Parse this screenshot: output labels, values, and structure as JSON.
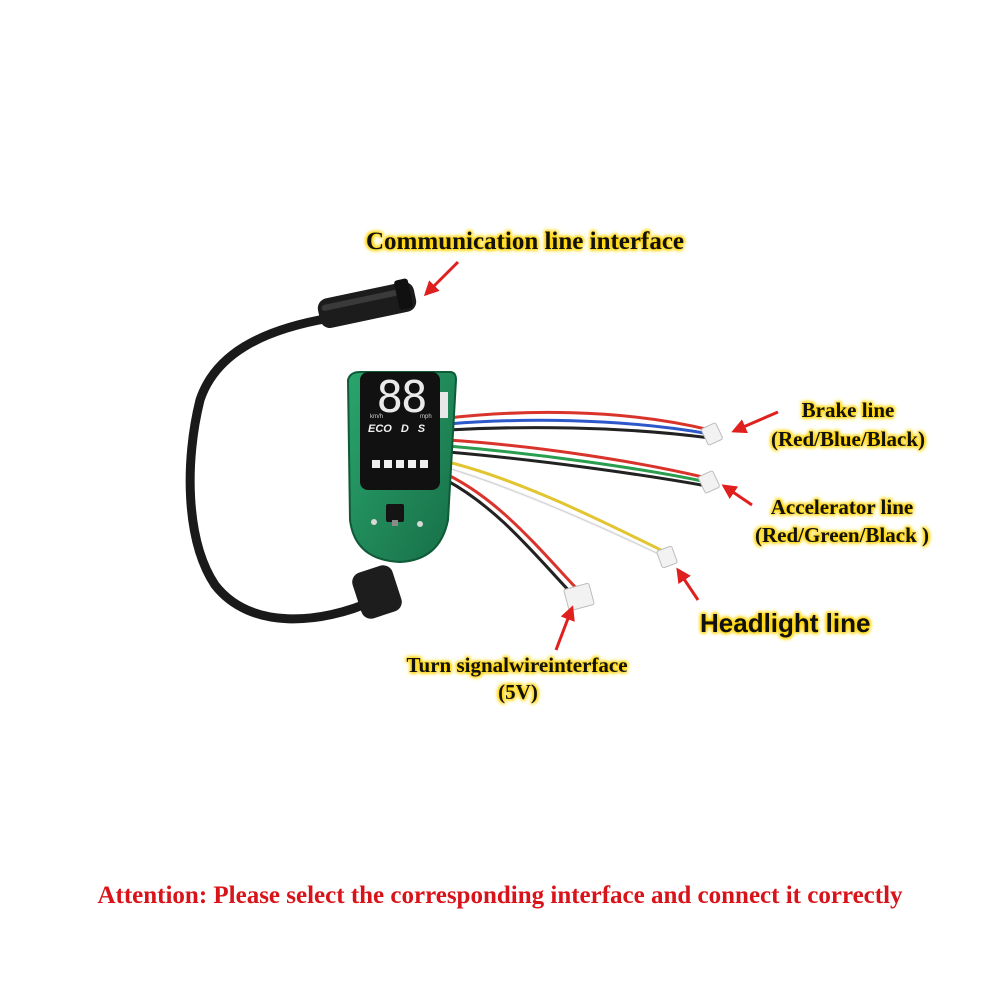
{
  "labels": {
    "communication": "Communication line interface",
    "brake_title": "Brake line",
    "brake_colors": "(Red/Blue/Black)",
    "accel_title": "Accelerator line",
    "accel_colors": "(Red/Green/Black )",
    "headlight": "Headlight line",
    "turn_title": "Turn signalwireinterface",
    "turn_voltage": "(5V)"
  },
  "display": {
    "digits": "88",
    "unit_kmh": "km/h",
    "unit_mph": "mph",
    "mode_eco": "ECO",
    "mode_d": "D",
    "mode_s": "S"
  },
  "notice": {
    "text": "Attention: Please select the corresponding interface and connect it correctly",
    "color": "#d8141a"
  },
  "colors": {
    "label_glow": "#ffd400",
    "arrow": "#e0201e",
    "pcb": "#1e8a5a",
    "cable": "#1a1a1a"
  },
  "icons": [
    "arrow-icon",
    "connector-icon"
  ]
}
